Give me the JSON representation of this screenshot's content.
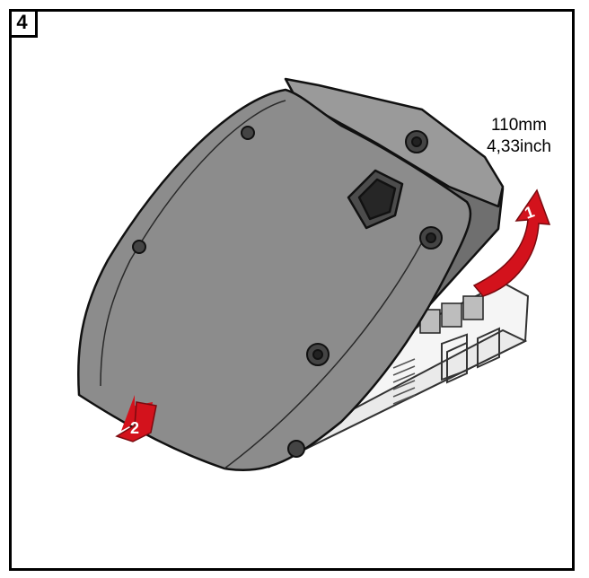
{
  "step": {
    "number": "4"
  },
  "dimension": {
    "metric": "110mm",
    "imperial": "4,33inch"
  },
  "arrows": [
    {
      "label": "1",
      "color": "#d3121c"
    },
    {
      "label": "2",
      "color": "#d3121c"
    }
  ],
  "colors": {
    "device_body": "#8f8f8f",
    "device_dark": "#6e6e6e",
    "outline": "#111111",
    "base": "#f4f4f4",
    "accent": "#d3121c"
  }
}
